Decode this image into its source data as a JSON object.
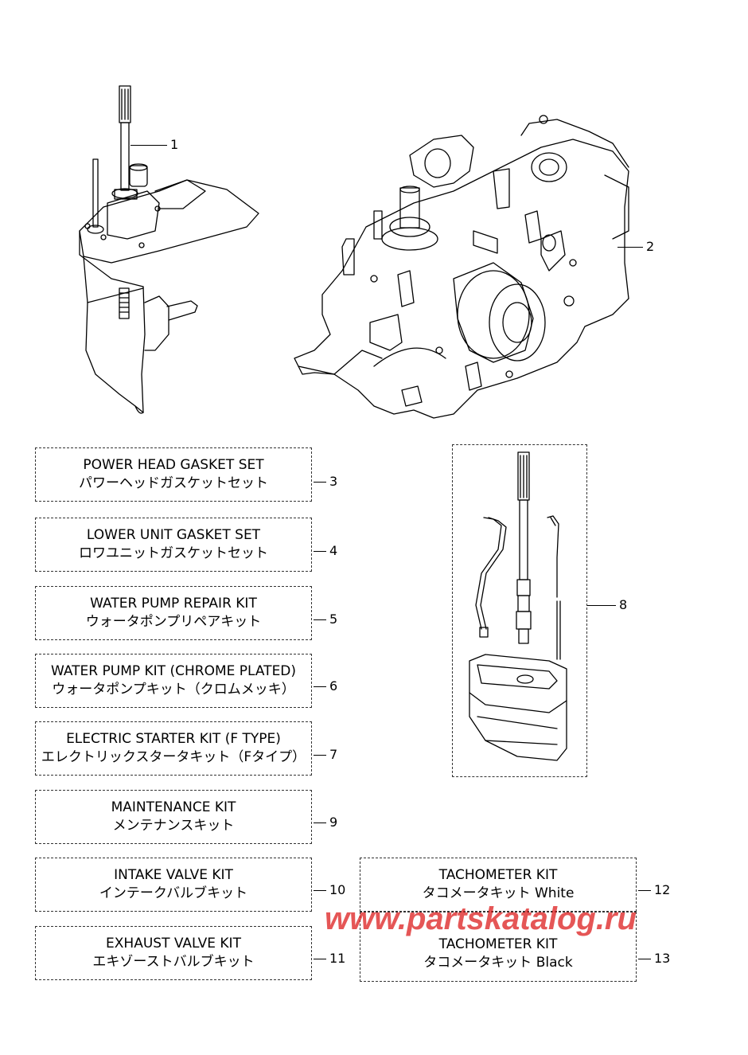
{
  "callouts": {
    "c1": "1",
    "c2": "2",
    "c3": "3",
    "c4": "4",
    "c5": "5",
    "c6": "6",
    "c7": "7",
    "c8": "8",
    "c9": "9",
    "c10": "10",
    "c11": "11",
    "c12": "12",
    "c13": "13"
  },
  "kits": {
    "k3": {
      "en": "POWER HEAD GASKET SET",
      "jp": "パワーヘッドガスケットセット"
    },
    "k4": {
      "en": "LOWER UNIT GASKET SET",
      "jp": "ロワユニットガスケットセット"
    },
    "k5": {
      "en": "WATER PUMP REPAIR KIT",
      "jp": "ウォータポンプリペアキット"
    },
    "k6": {
      "en": "WATER PUMP KIT (CHROME PLATED)",
      "jp": "ウォータポンプキット（クロムメッキ）"
    },
    "k7": {
      "en": "ELECTRIC STARTER KIT (F TYPE)",
      "jp": "エレクトリックスタータキット（Fタイプ）"
    },
    "k9": {
      "en": "MAINTENANCE KIT",
      "jp": "メンテナンスキット"
    },
    "k10": {
      "en": "INTAKE VALVE KIT",
      "jp": "インテークバルブキット"
    },
    "k11": {
      "en": "EXHAUST VALVE KIT",
      "jp": "エキゾーストバルブキット"
    },
    "k12": {
      "en": "TACHOMETER KIT",
      "jp": "タコメータキット White"
    },
    "k13": {
      "en": "TACHOMETER KIT",
      "jp": "タコメータキット Black"
    }
  },
  "watermark": "www.partskatalog.ru"
}
